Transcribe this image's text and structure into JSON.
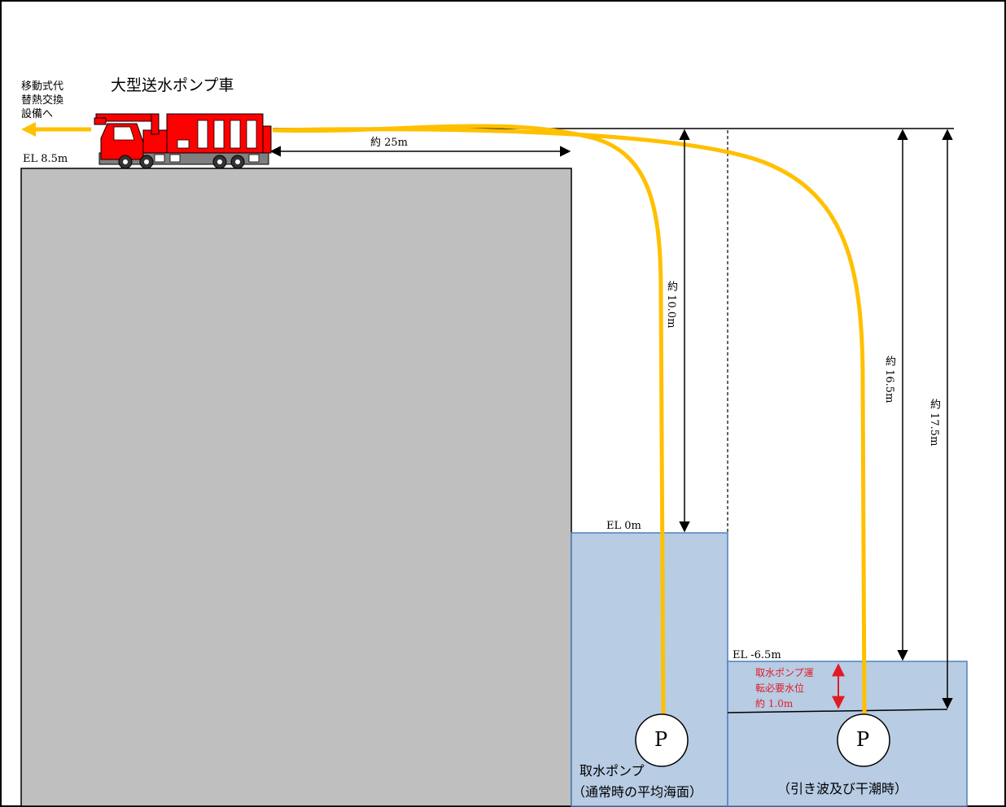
{
  "truck": {
    "title": "大型送水ポンプ車",
    "destination": [
      "移動式代",
      "替熱交換",
      "設備へ"
    ]
  },
  "elevations": {
    "ground": "EL 8.5m",
    "normal": "EL 0m",
    "low": "EL -6.5m"
  },
  "dimensions": {
    "horizontal": "約 25m",
    "normal_drop": "約 10.0m",
    "low_drop": "約 16.5m",
    "low_drop_total": "約 17.5m"
  },
  "required_level": [
    "取水ポンプ運",
    "転必要水位",
    "約 1.0m"
  ],
  "pump": {
    "symbol": "P",
    "label": "取水ポンプ",
    "case_normal": "（通常時の平均海面）",
    "case_low": "（引き波及び干潮時）"
  },
  "colors": {
    "ground": "#bfbfbf",
    "water": "#b8cce4",
    "water_edge": "#4f81bd",
    "hose": "#ffc000",
    "truck": "#ff0000",
    "red_arrow": "#e01b24"
  }
}
